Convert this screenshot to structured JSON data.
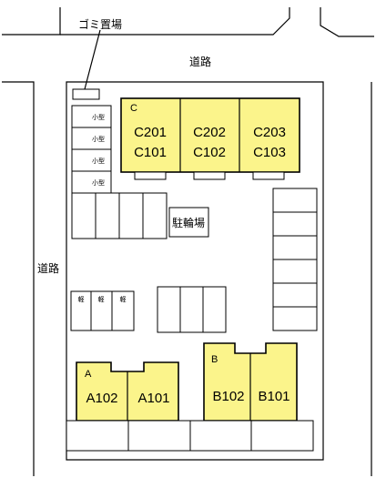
{
  "labels": {
    "garbage": "ゴミ置場",
    "road_top": "道路",
    "road_left": "道路",
    "bicycle": "駐輪場"
  },
  "buildings": {
    "A": {
      "name": "A",
      "units": [
        "A102",
        "A101"
      ]
    },
    "B": {
      "name": "B",
      "units": [
        "B102",
        "B101"
      ]
    },
    "C": {
      "name": "C",
      "upper_units": [
        "C201",
        "C202",
        "C203"
      ],
      "lower_units": [
        "C101",
        "C102",
        "C103"
      ]
    }
  },
  "small_car_label": "小型",
  "bike_label": "軽",
  "colors": {
    "building_fill": "#fbf48b",
    "line": "#000000"
  }
}
